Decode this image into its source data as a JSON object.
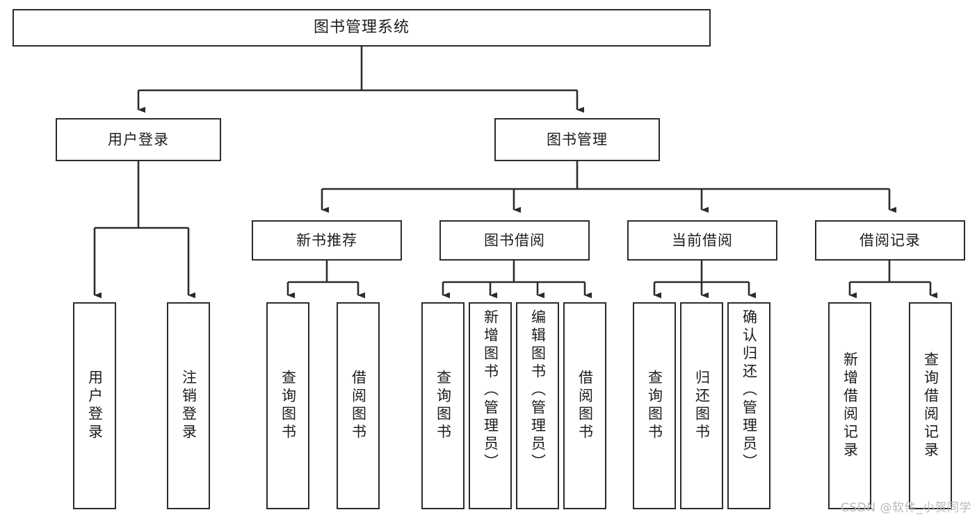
{
  "diagram": {
    "title": "图书管理系统",
    "type": "tree-hierarchy-diagram",
    "style": {
      "box_border_color": "#2b2b2b",
      "box_fill_color": "#ffffff",
      "connector_color": "#2b2b2b",
      "text_color": "#1c1c1c",
      "background": "#ffffff"
    },
    "root": {
      "label": "图书管理系统"
    },
    "level2": [
      {
        "label": "用户登录"
      },
      {
        "label": "图书管理"
      }
    ],
    "level3": [
      {
        "label": "新书推荐"
      },
      {
        "label": "图书借阅"
      },
      {
        "label": "当前借阅"
      },
      {
        "label": "借阅记录"
      }
    ],
    "leaves": {
      "user_login": [
        {
          "label": "用户登录"
        },
        {
          "label": "注销登录"
        }
      ],
      "new_book_recommend": [
        {
          "label": "查询图书"
        },
        {
          "label": "借阅图书"
        }
      ],
      "book_borrow": [
        {
          "label": "查询图书"
        },
        {
          "label": "新增图书（管理员）"
        },
        {
          "label": "编辑图书（管理员）"
        },
        {
          "label": "借阅图书"
        }
      ],
      "current_borrow": [
        {
          "label": "查询图书"
        },
        {
          "label": "归还图书"
        },
        {
          "label": "确认归还（管理员）"
        }
      ],
      "borrow_record": [
        {
          "label": "新增借阅记录"
        },
        {
          "label": "查询借阅记录"
        }
      ]
    }
  },
  "watermark": {
    "text": "CSDN @软件_小贺同学"
  }
}
